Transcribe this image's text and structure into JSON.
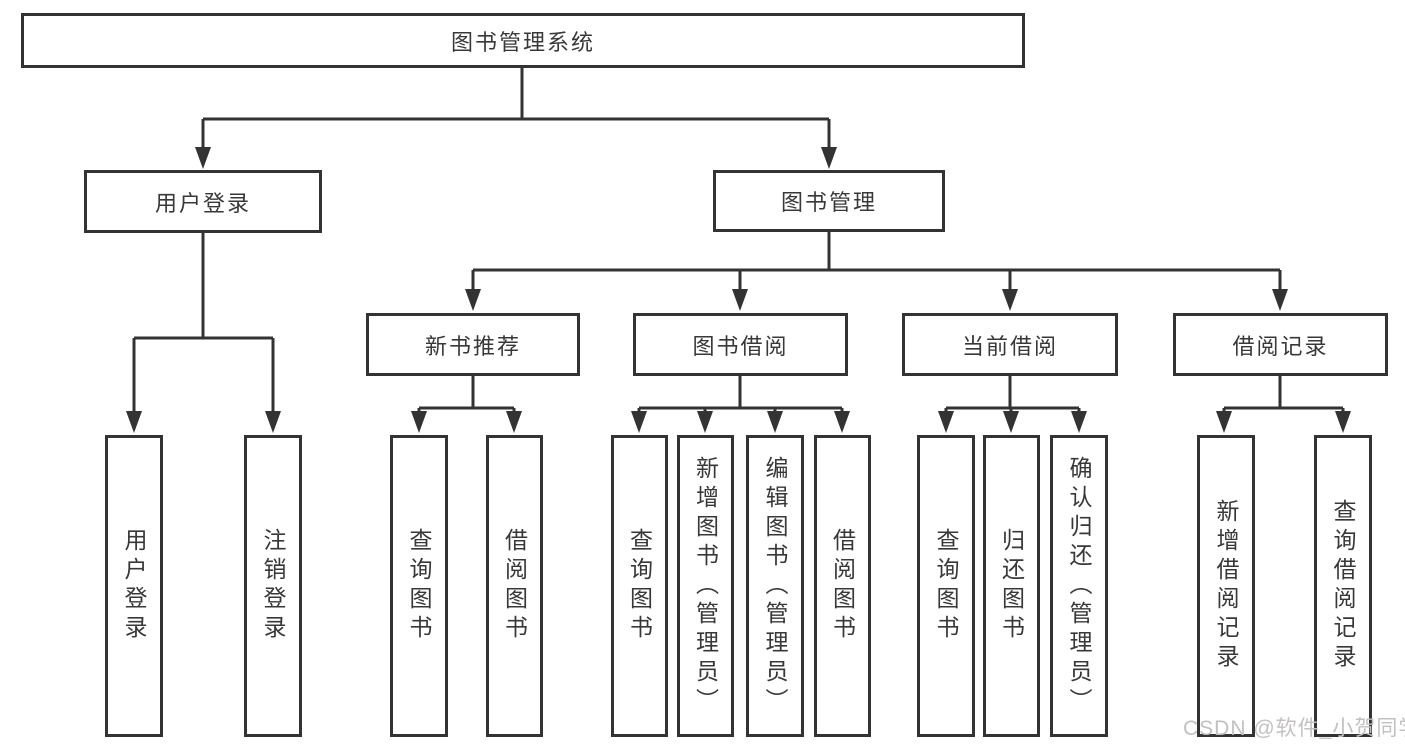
{
  "diagram": {
    "root": "图书管理系统",
    "user_login": {
      "label": "用户登录",
      "children": [
        "用户登录",
        "注销登录"
      ]
    },
    "book_management": {
      "label": "图书管理",
      "sections": [
        {
          "label": "新书推荐",
          "children": [
            "查询图书",
            "借阅图书"
          ]
        },
        {
          "label": "图书借阅",
          "children": [
            "查询图书",
            "新增图书（管理员）",
            "编辑图书（管理员）",
            "借阅图书"
          ]
        },
        {
          "label": "当前借阅",
          "children": [
            "查询图书",
            "归还图书",
            "确认归还（管理员）"
          ]
        },
        {
          "label": "借阅记录",
          "children": [
            "新增借阅记录",
            "查询借阅记录"
          ]
        }
      ]
    }
  },
  "watermark": "CSDN @软件_小贺同学",
  "colors": {
    "line": "#333333",
    "text": "#383838",
    "watermark": "#c3c0c1",
    "background": "#ffffff"
  }
}
